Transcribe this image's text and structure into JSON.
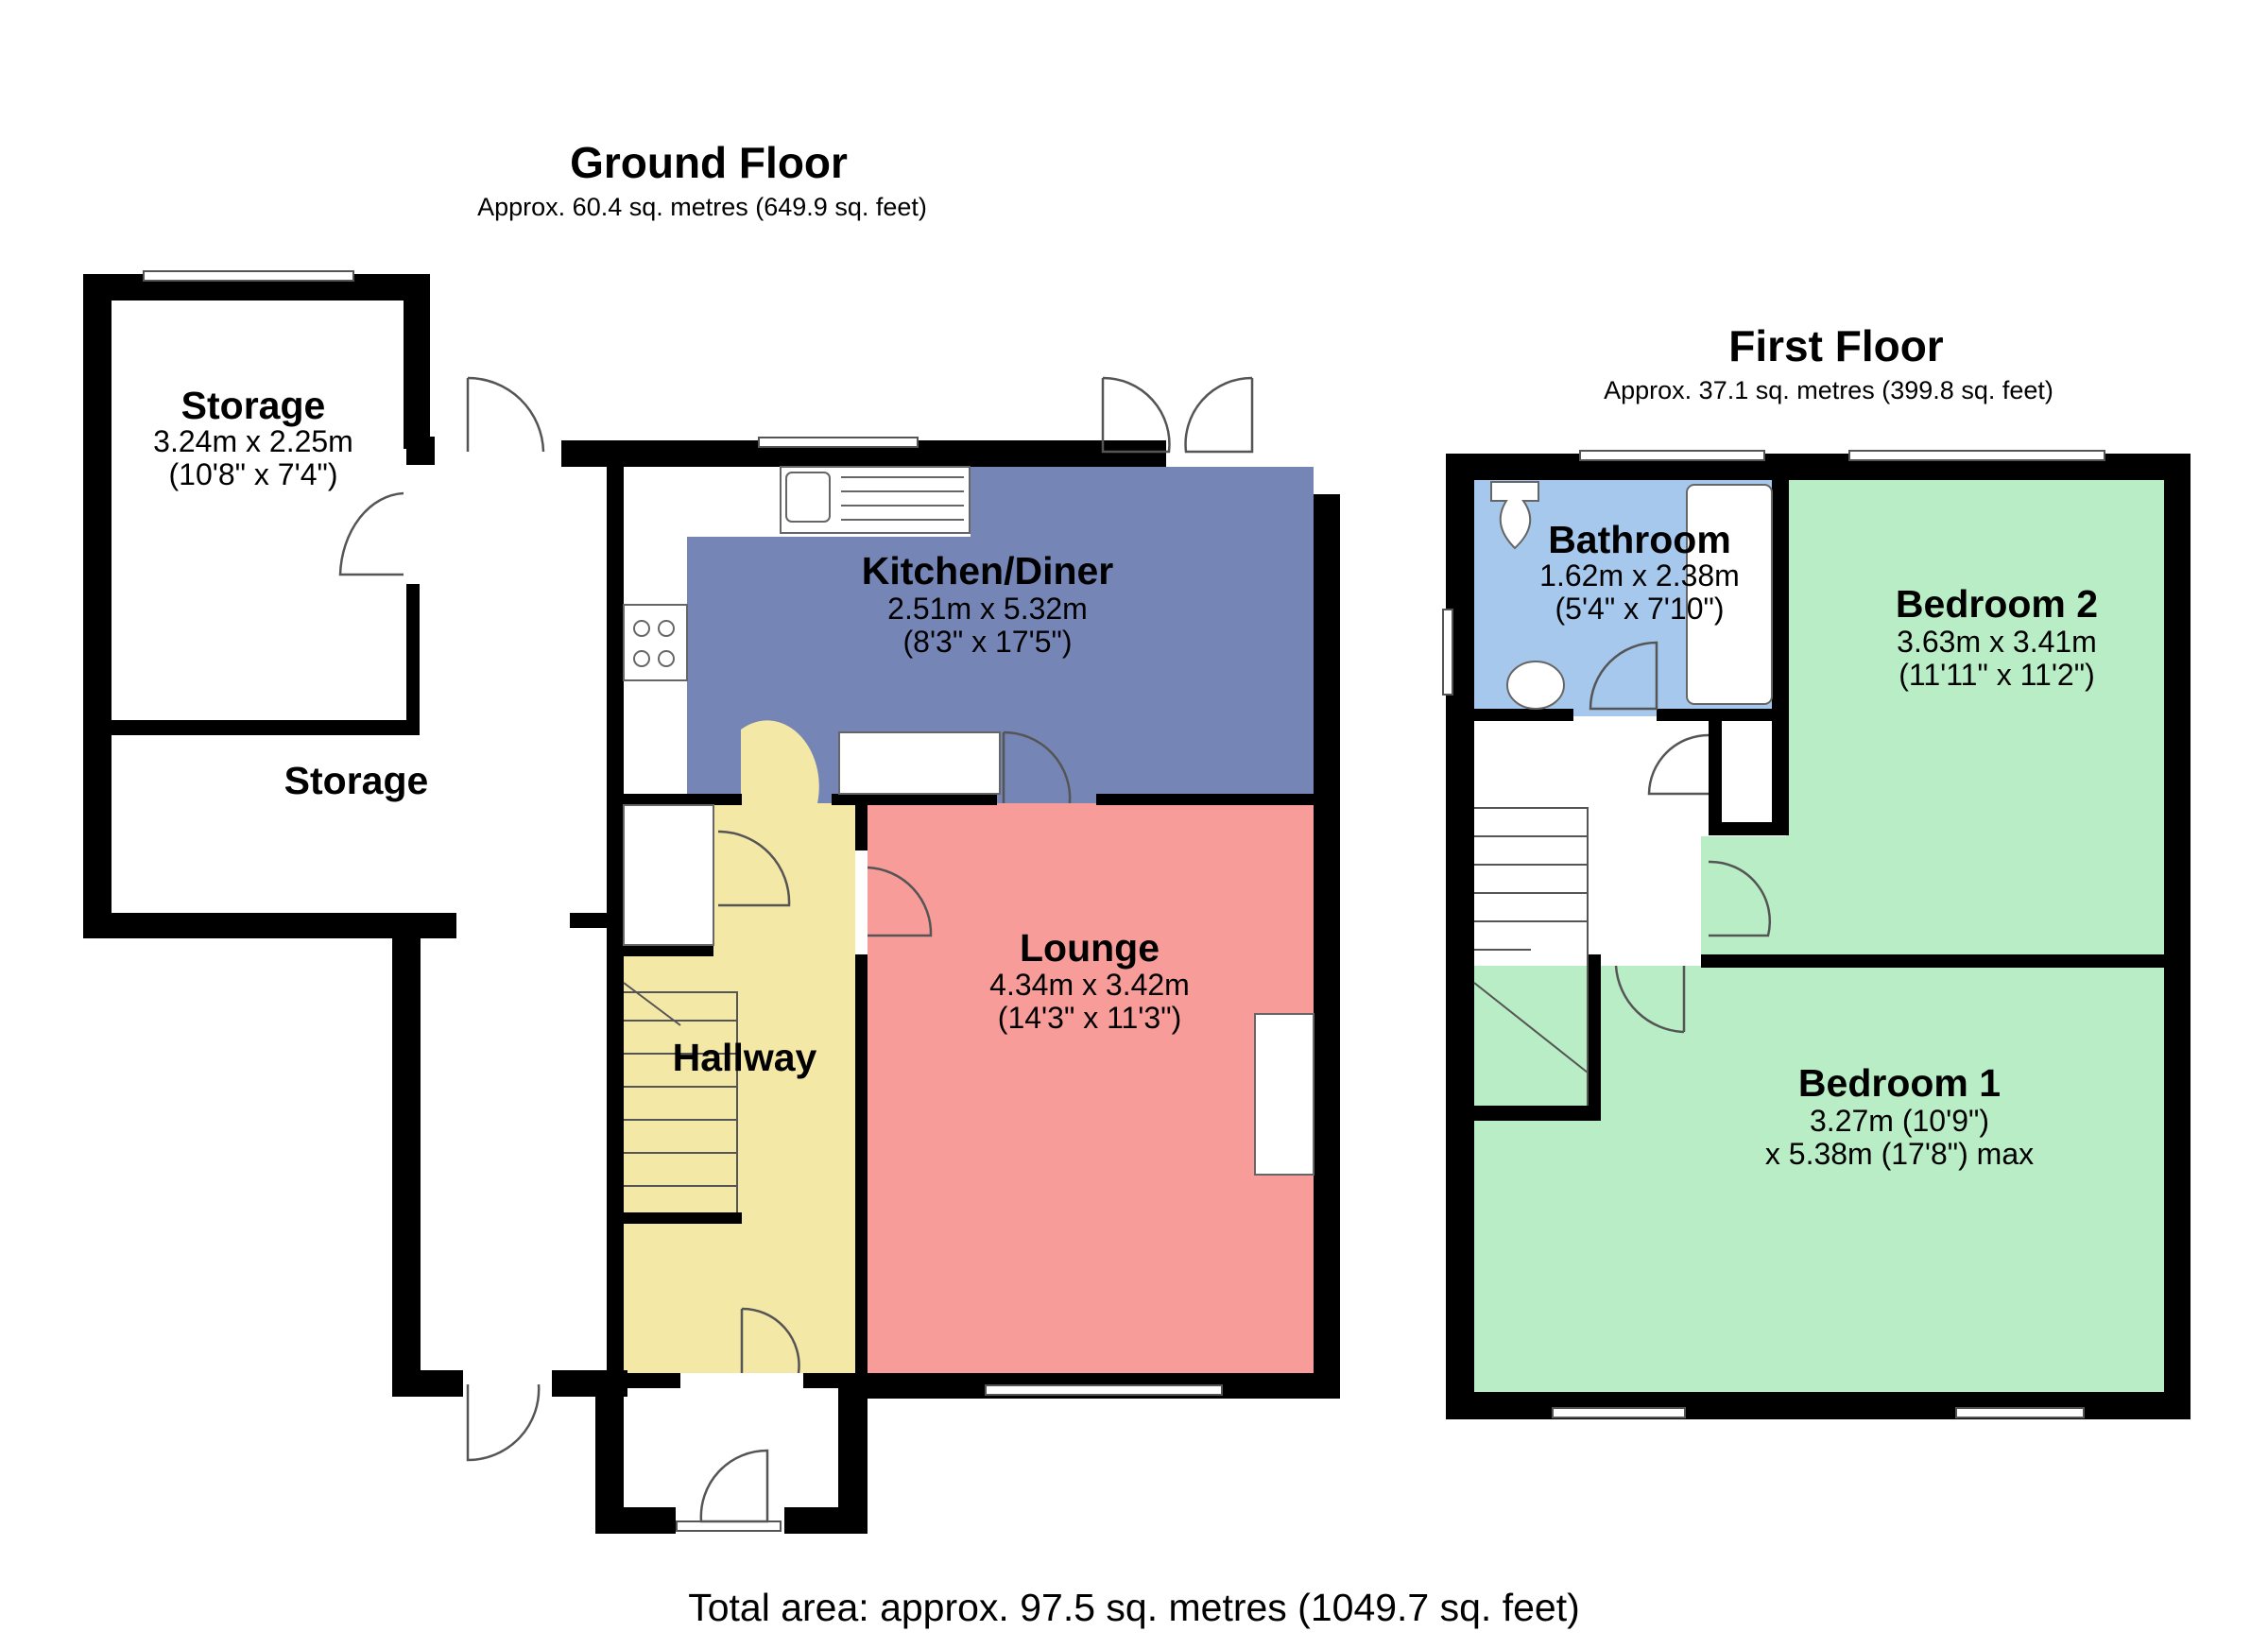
{
  "ground_floor": {
    "title": "Ground Floor",
    "area": "Approx. 60.4 sq. metres (649.9 sq. feet)",
    "rooms": [
      {
        "name": "Storage",
        "dim1": "3.24m x 2.25m",
        "dim2": "(10'8\" x 7'4\")"
      },
      {
        "name": "Storage"
      },
      {
        "name": "Kitchen/Diner",
        "dim1": "2.51m x 5.32m",
        "dim2": "(8'3\" x 17'5\")",
        "color": "#7585b5"
      },
      {
        "name": "Lounge",
        "dim1": "4.34m x 3.42m",
        "dim2": "(14'3\" x 11'3\")",
        "color": "#f79c98"
      },
      {
        "name": "Hallway",
        "color": "#f4e8a6"
      }
    ]
  },
  "first_floor": {
    "title": "First Floor",
    "area": "Approx. 37.1 sq. metres (399.8 sq. feet)",
    "rooms": [
      {
        "name": "Bathroom",
        "dim1": "1.62m x 2.38m",
        "dim2": "(5'4\" x 7'10\")",
        "color": "#a6c8ed"
      },
      {
        "name": "Bedroom 2",
        "dim1": "3.63m x 3.41m",
        "dim2": "(11'11\" x 11'2\")",
        "color": "#b8edc6"
      },
      {
        "name": "Bedroom 1",
        "dim1": "3.27m (10'9\")",
        "dim2": "x 5.38m (17'8\") max",
        "color": "#b8edc6"
      }
    ]
  },
  "total_area": "Total area: approx. 97.5 sq. metres (1049.7 sq. feet)"
}
